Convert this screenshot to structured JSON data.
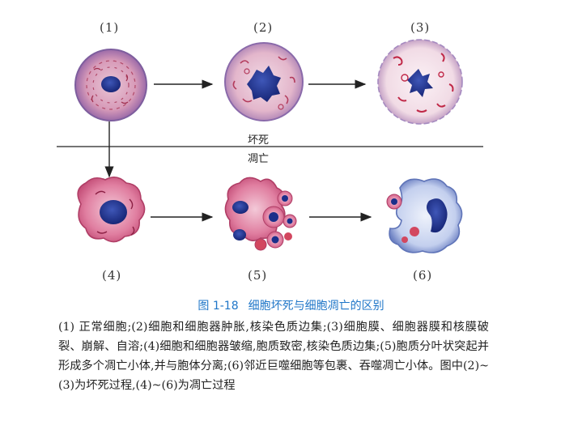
{
  "labels": {
    "n1": "(1)",
    "n2": "(2)",
    "n3": "(3)",
    "n4": "(4)",
    "n5": "(5)",
    "n6": "(6)"
  },
  "divider": {
    "top": "坏死",
    "bottom": "凋亡"
  },
  "caption": {
    "figure_number": "图 1-18",
    "title": "细胞坏死与细胞凋亡的区别"
  },
  "body": "(1) 正常细胞;(2)细胞和细胞器肿胀,核染色质边集;(3)细胞膜、细胞器膜和核膜破裂、崩解、自溶;(4)细胞和细胞器皱缩,胞质致密,核染色质边集;(5)胞质分叶状突起并形成多个凋亡小体,并与胞体分离;(6)邻近巨噬细胞等包裹、吞噬凋亡小体。图中(2)~(3)为坏死过程,(4)~(6)为凋亡过程",
  "colors": {
    "caption_blue": "#1f76c8",
    "cytoplasm_pink": "#e8a6bf",
    "nucleus_blue": "#1b2f8a",
    "apoptotic_red": "#d2475f",
    "macrophage_blue": "#b9c8ea"
  }
}
